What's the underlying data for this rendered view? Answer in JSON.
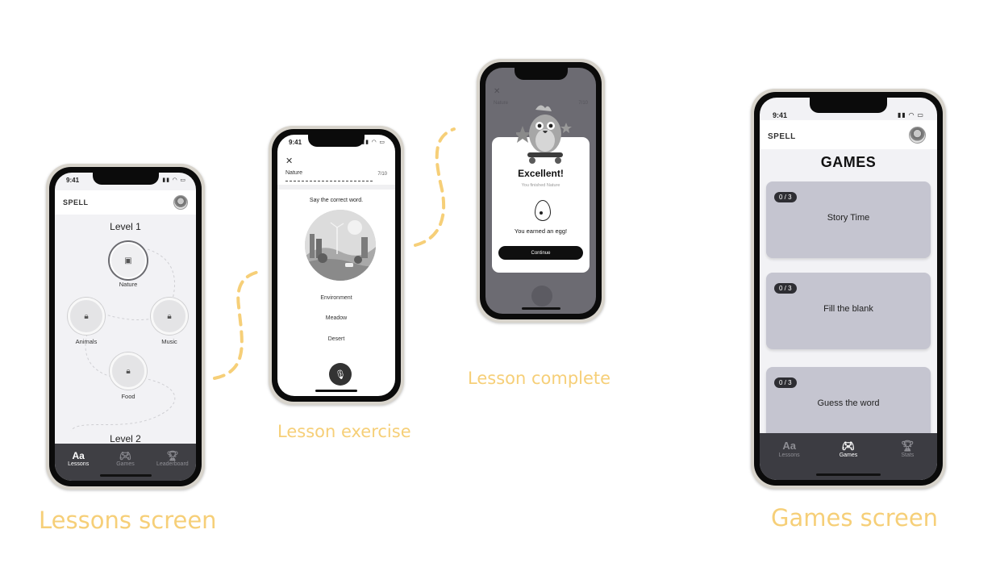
{
  "captions": {
    "lessons": "Lessons screen",
    "exercise": "Lesson exercise",
    "complete": "Lesson complete",
    "games": "Games screen"
  },
  "status": {
    "time": "9:41",
    "signal_icon": "signal-wifi-battery-icon"
  },
  "app": {
    "logo": "SPELL"
  },
  "lessons": {
    "level1": "Level 1",
    "level2": "Level 2",
    "nodes": [
      {
        "label": "Nature",
        "icon": "image-icon",
        "state": "current"
      },
      {
        "label": "Animals",
        "icon": "lock-icon",
        "state": "locked"
      },
      {
        "label": "Music",
        "icon": "lock-icon",
        "state": "locked"
      },
      {
        "label": "Food",
        "icon": "lock-icon",
        "state": "locked"
      }
    ],
    "tabs": [
      {
        "label": "Lessons",
        "icon": "Aa"
      },
      {
        "label": "Games",
        "icon": "gamepad-icon"
      },
      {
        "label": "Leaderboard",
        "icon": "trophy-icon"
      }
    ]
  },
  "exercise": {
    "topic": "Nature",
    "progress": "7/10",
    "prompt": "Say the correct word.",
    "options": [
      "Environment",
      "Meadow",
      "Desert"
    ],
    "mic_icon": "microphone-icon"
  },
  "complete": {
    "title": "Excellent!",
    "subtitle": "You finished Nature",
    "reward": "You earned an egg!",
    "button": "Continue"
  },
  "games": {
    "title": "GAMES",
    "cards": [
      {
        "badge": "0 / 3",
        "name": "Story Time"
      },
      {
        "badge": "0 / 3",
        "name": "Fill the blank"
      },
      {
        "badge": "0 / 3",
        "name": "Guess the word"
      }
    ],
    "tabs": [
      {
        "label": "Lessons",
        "icon": "Aa"
      },
      {
        "label": "Games",
        "icon": "gamepad-icon"
      },
      {
        "label": "Stats",
        "icon": "trophy-icon"
      }
    ]
  },
  "colors": {
    "accent": "#f6cf78",
    "card": "#c5c5d0",
    "tabbar": "#3f3f44"
  }
}
